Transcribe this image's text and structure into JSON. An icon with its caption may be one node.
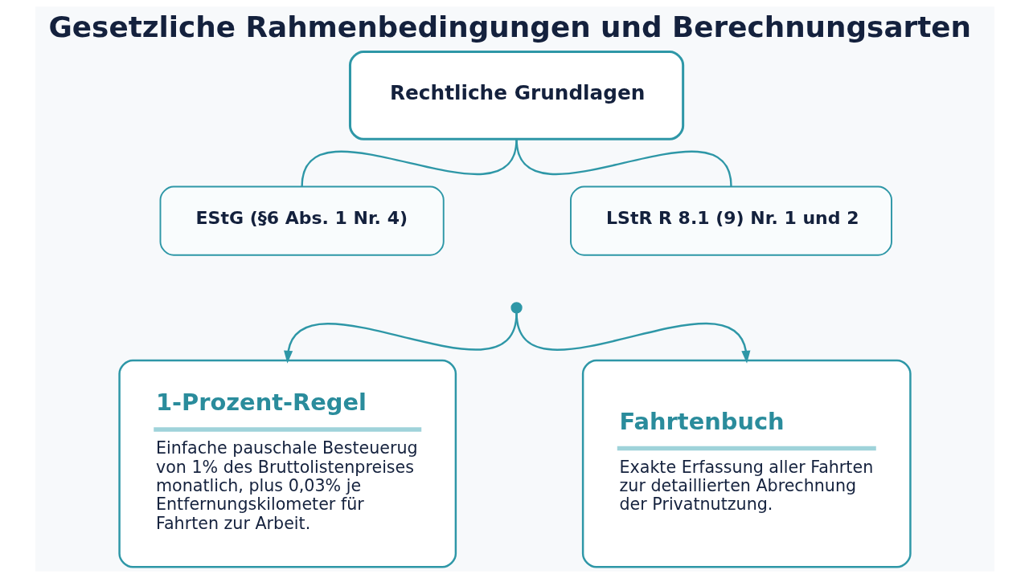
{
  "diagram": {
    "title": "Gesetzliche Rahmenbedingungen und Berechnungsarten",
    "nodes": [
      {
        "text": [
          "Rechtliche Grundlagen"
        ]
      },
      {
        "text": [
          "EStG (§6 Abs. 1 Nr. 4)"
        ]
      },
      {
        "text": [
          "LStR R 8.1 (9) Nr. 1 und 2"
        ]
      },
      {
        "text": [],
        "shape": "circle"
      },
      {
        "text": [
          "1-Prozent-Regel",
          "Einfache pauschale Besteuerug von 1% des Bruttolistenpreises monatlich, plus 0,03% je Entfernungskilometer für Fahrten zur Arbeit."
        ]
      },
      {
        "text": [
          "Fahrtenbuch",
          "Exakte Erfassung aller Fahrten zur detaillierten Abrechnung der Privatnutzung."
        ]
      }
    ],
    "edges": [
      {
        "from": 0,
        "to": 1,
        "arrow": "none"
      },
      {
        "from": 0,
        "to": 2,
        "arrow": "none"
      },
      {
        "from": 3,
        "to": 4,
        "arrow": "to"
      },
      {
        "from": 3,
        "to": 5,
        "arrow": "to"
      }
    ]
  }
}
